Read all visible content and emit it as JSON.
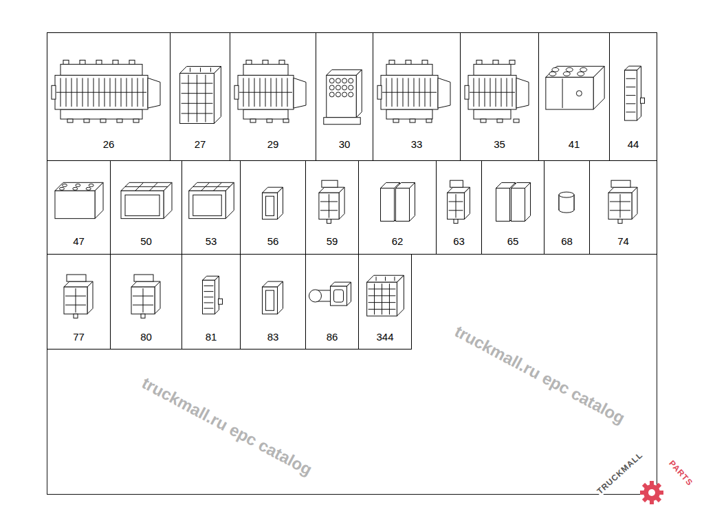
{
  "diagram": {
    "nodes": [
      {
        "text": [
          "26"
        ]
      },
      {
        "text": [
          "27"
        ]
      },
      {
        "text": [
          "29"
        ]
      },
      {
        "text": [
          "30"
        ]
      },
      {
        "text": [
          "33"
        ]
      },
      {
        "text": [
          "35"
        ]
      },
      {
        "text": [
          "41"
        ]
      },
      {
        "text": [
          "44"
        ]
      },
      {
        "text": [
          "47"
        ]
      },
      {
        "text": [
          "50"
        ]
      },
      {
        "text": [
          "53"
        ]
      },
      {
        "text": [
          "56"
        ]
      },
      {
        "text": [
          "59"
        ]
      },
      {
        "text": [
          "62"
        ]
      },
      {
        "text": [
          "63"
        ]
      },
      {
        "text": [
          "65"
        ]
      },
      {
        "text": [
          "68"
        ]
      },
      {
        "text": [
          "74"
        ]
      },
      {
        "text": [
          "77"
        ]
      },
      {
        "text": [
          "80"
        ]
      },
      {
        "text": [
          "81"
        ]
      },
      {
        "text": [
          "83"
        ]
      },
      {
        "text": [
          "86"
        ]
      },
      {
        "text": [
          "344"
        ]
      }
    ],
    "labels": [
      "truckmall.ru epc catalog",
      "truckmall.ru epc catalog",
      "TRUCKMALL",
      "PARTS"
    ]
  }
}
